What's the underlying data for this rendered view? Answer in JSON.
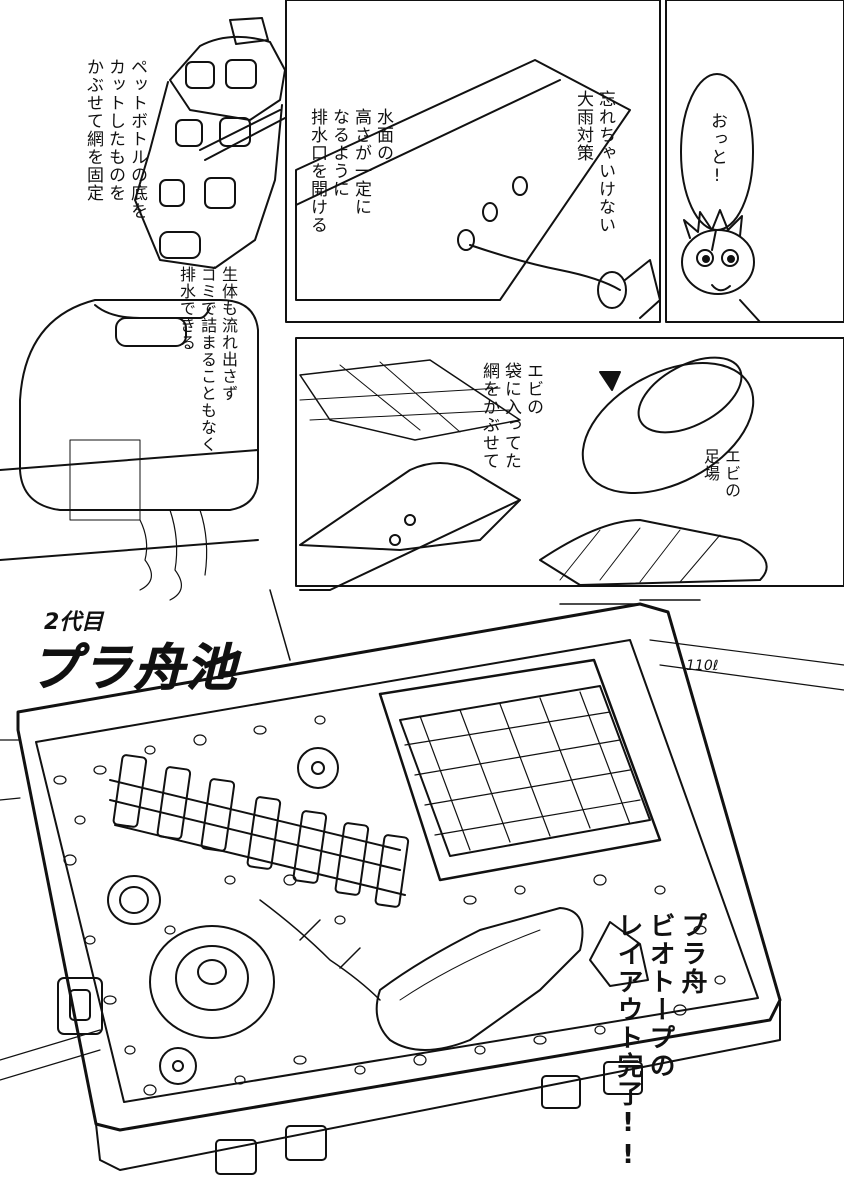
{
  "panels": {
    "bottle_caption": "ペットボトルの底を\nカットしたものを\nかぶせて網を固定",
    "drain_caption": "生体も流れ出さず\nゴミで詰まることもなく\n排水できる",
    "outlet_caption": "水面の\n高さが一定に\nなるように\n排水口を開ける",
    "rain_caption": "忘れちゃいけない\n大雨対策",
    "speech_otto": "おっと!",
    "shrimp_caption": "エビの\n袋に入ってた\n網をかぶせて",
    "shrimp_perch": "エビの\n足場"
  },
  "pond": {
    "title_small": "2代目",
    "title_big": "プラ舟池",
    "size_note": "110ℓ",
    "completion": "プラ舟\nビオトープの\nレイアウト完了!!"
  }
}
